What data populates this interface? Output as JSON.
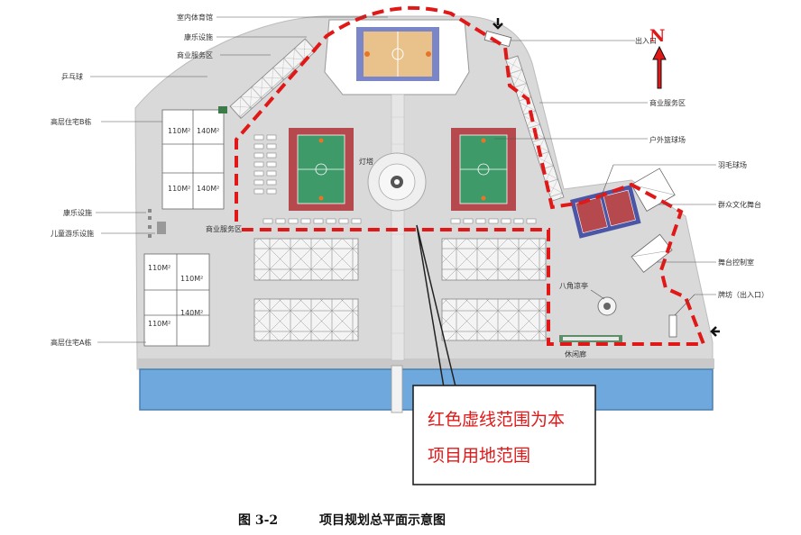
{
  "labels": {
    "indoor_gym": "室内体育馆",
    "recreation_top": "康乐设施",
    "commercial_left": "商业服务区",
    "pingpong": "乒乓球",
    "highrise_b3": "高层住宅B栋",
    "recreation_left": "康乐设施",
    "kids_play": "儿童游乐设施",
    "highrise_a": "高层住宅A栋",
    "commercial_bottom": "商业服务区",
    "lamp_tower": "灯塔",
    "entrance_top": "出入口",
    "commercial_right": "商业服务区",
    "outdoor_basketball": "户外篮球场",
    "badminton": "羽毛球场",
    "culture_stage": "群众文化舞台",
    "stage_control": "舞台控制室",
    "octagon_pavilion": "八角凉亭",
    "archway": "牌坊（出入口）",
    "rest_corridor": "休闲廊"
  },
  "areas": {
    "a110": "110M²",
    "a140": "140M²"
  },
  "compass": {
    "letter": "N"
  },
  "callout": {
    "line1": "红色虚线范围为本",
    "line2": "项目用地范围"
  },
  "caption": {
    "number": "图 3-2",
    "title": "项目规划总平面示意图"
  },
  "colors": {
    "boundary": "#e01818",
    "river": "#6fa8dc",
    "court_red": "#b5494e",
    "court_green": "#3f9a6a",
    "ground": "#d8d8d8"
  }
}
